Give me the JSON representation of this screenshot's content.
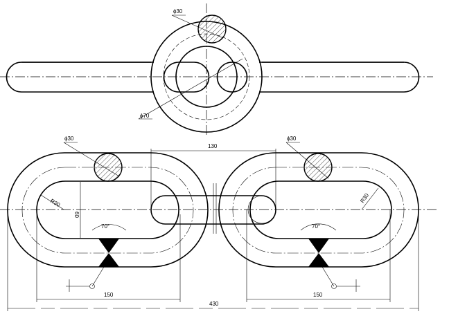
{
  "drawing": {
    "top_view": {
      "rod_diameter": "ϕ30",
      "ring_diameter": "ϕ70"
    },
    "front_view": {
      "left_rod_diameter": "ϕ30",
      "right_rod_diameter": "ϕ30",
      "center_spacing": "130",
      "left_radius": "R30",
      "right_radius": "R30",
      "inner_height": "60",
      "left_weld_angle": "70°",
      "right_weld_angle": "70°",
      "left_length": "150",
      "right_length": "150",
      "overall_length": "430"
    },
    "colors": {
      "line": "#000000",
      "background": "#ffffff"
    }
  }
}
